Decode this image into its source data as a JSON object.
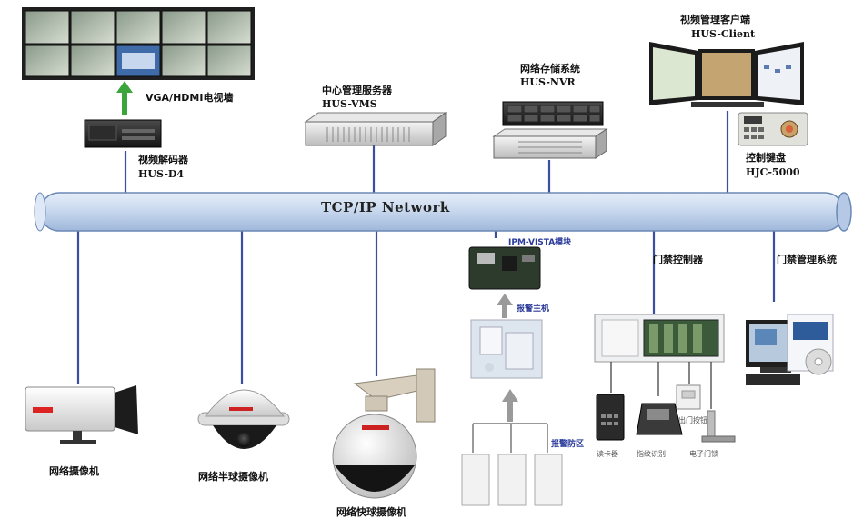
{
  "bus": {
    "label": "TCP/IP Network"
  },
  "top_devices": {
    "video_wall": {
      "label": "VGA/HDMI电视墙"
    },
    "decoder": {
      "name": "视频解码器",
      "model": "HUS-D4"
    },
    "management_server": {
      "name": "中心管理服务器",
      "model": "HUS-VMS"
    },
    "storage": {
      "name": "网络存储系统",
      "model": "HUS-NVR"
    },
    "client": {
      "name": "视频管理客户端",
      "model": "HUS-Client"
    },
    "keyboard": {
      "name": "控制键盘",
      "model": "HJC-5000"
    }
  },
  "bottom_devices": {
    "box_camera": {
      "name": "网络摄像机"
    },
    "dome_camera": {
      "name": "网络半球摄像机"
    },
    "ptz_camera": {
      "name": "网络快球摄像机"
    },
    "ipm_module": {
      "name": "IPM-VISTA模块"
    },
    "alarm_host": {
      "name": "报警主机"
    },
    "alarm_zone": {
      "name": "报警防区"
    },
    "access_controller": {
      "name": "门禁控制器"
    },
    "access_system": {
      "name": "门禁管理系统"
    },
    "card_reader": {
      "name": "读卡器"
    },
    "fingerprint": {
      "name": "指纹识别"
    },
    "e_lock": {
      "name": "电子门锁"
    },
    "exit_button": {
      "name": "出门按钮"
    }
  },
  "colors": {
    "bus_fill": "#c9d9ee",
    "bus_edge": "#6a88b4",
    "link_line": "#3a4fa0",
    "arrow_green": "#3aa53a"
  }
}
